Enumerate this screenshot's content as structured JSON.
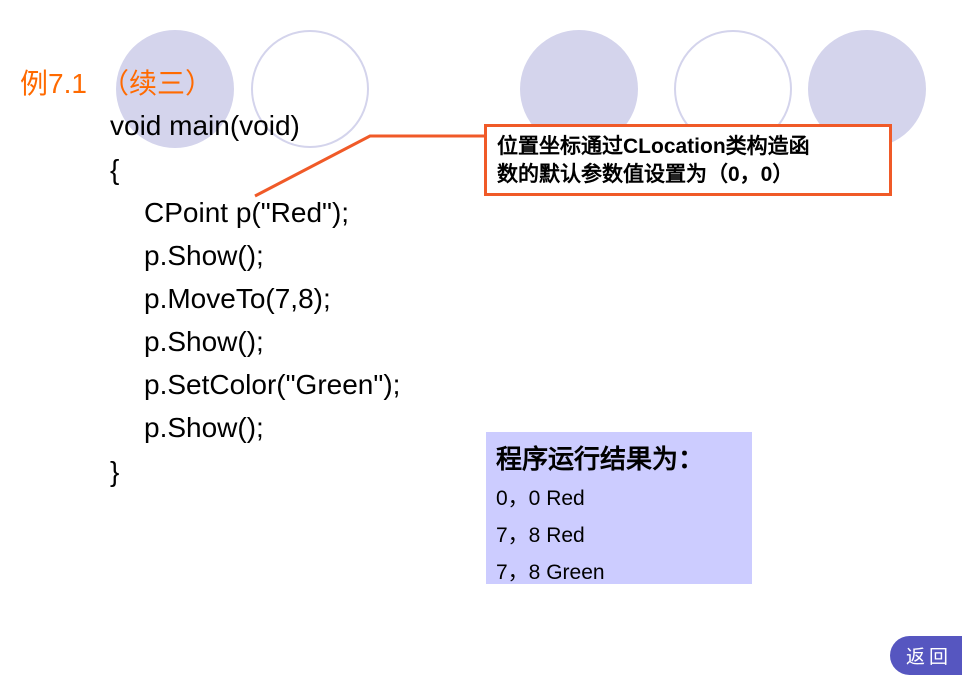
{
  "slide": {
    "title_number": "例7.1",
    "title_sub": "（续三）",
    "code_lines": [
      "void main(void)",
      "{",
      "CPoint p(\"Red\");",
      "p.Show();",
      "p.MoveTo(7,8);",
      "p.Show();",
      "p.SetColor(\"Green\");",
      "p.Show();",
      "}"
    ],
    "callout_lines": [
      "位置坐标通过CLocation类构造函",
      "数的默认参数值设置为（0，0）"
    ],
    "result": {
      "heading": "程序运行结果为：",
      "lines": [
        "0，0 Red",
        "7，8 Red",
        "7，8 Green"
      ]
    },
    "back_label": "返回"
  },
  "colors": {
    "title": "#ff6a00",
    "callout_border": "#f05a28",
    "result_bg": "#ccccff",
    "decor_circle": "#d4d4ec",
    "back_button_bg": "#5656c0"
  }
}
